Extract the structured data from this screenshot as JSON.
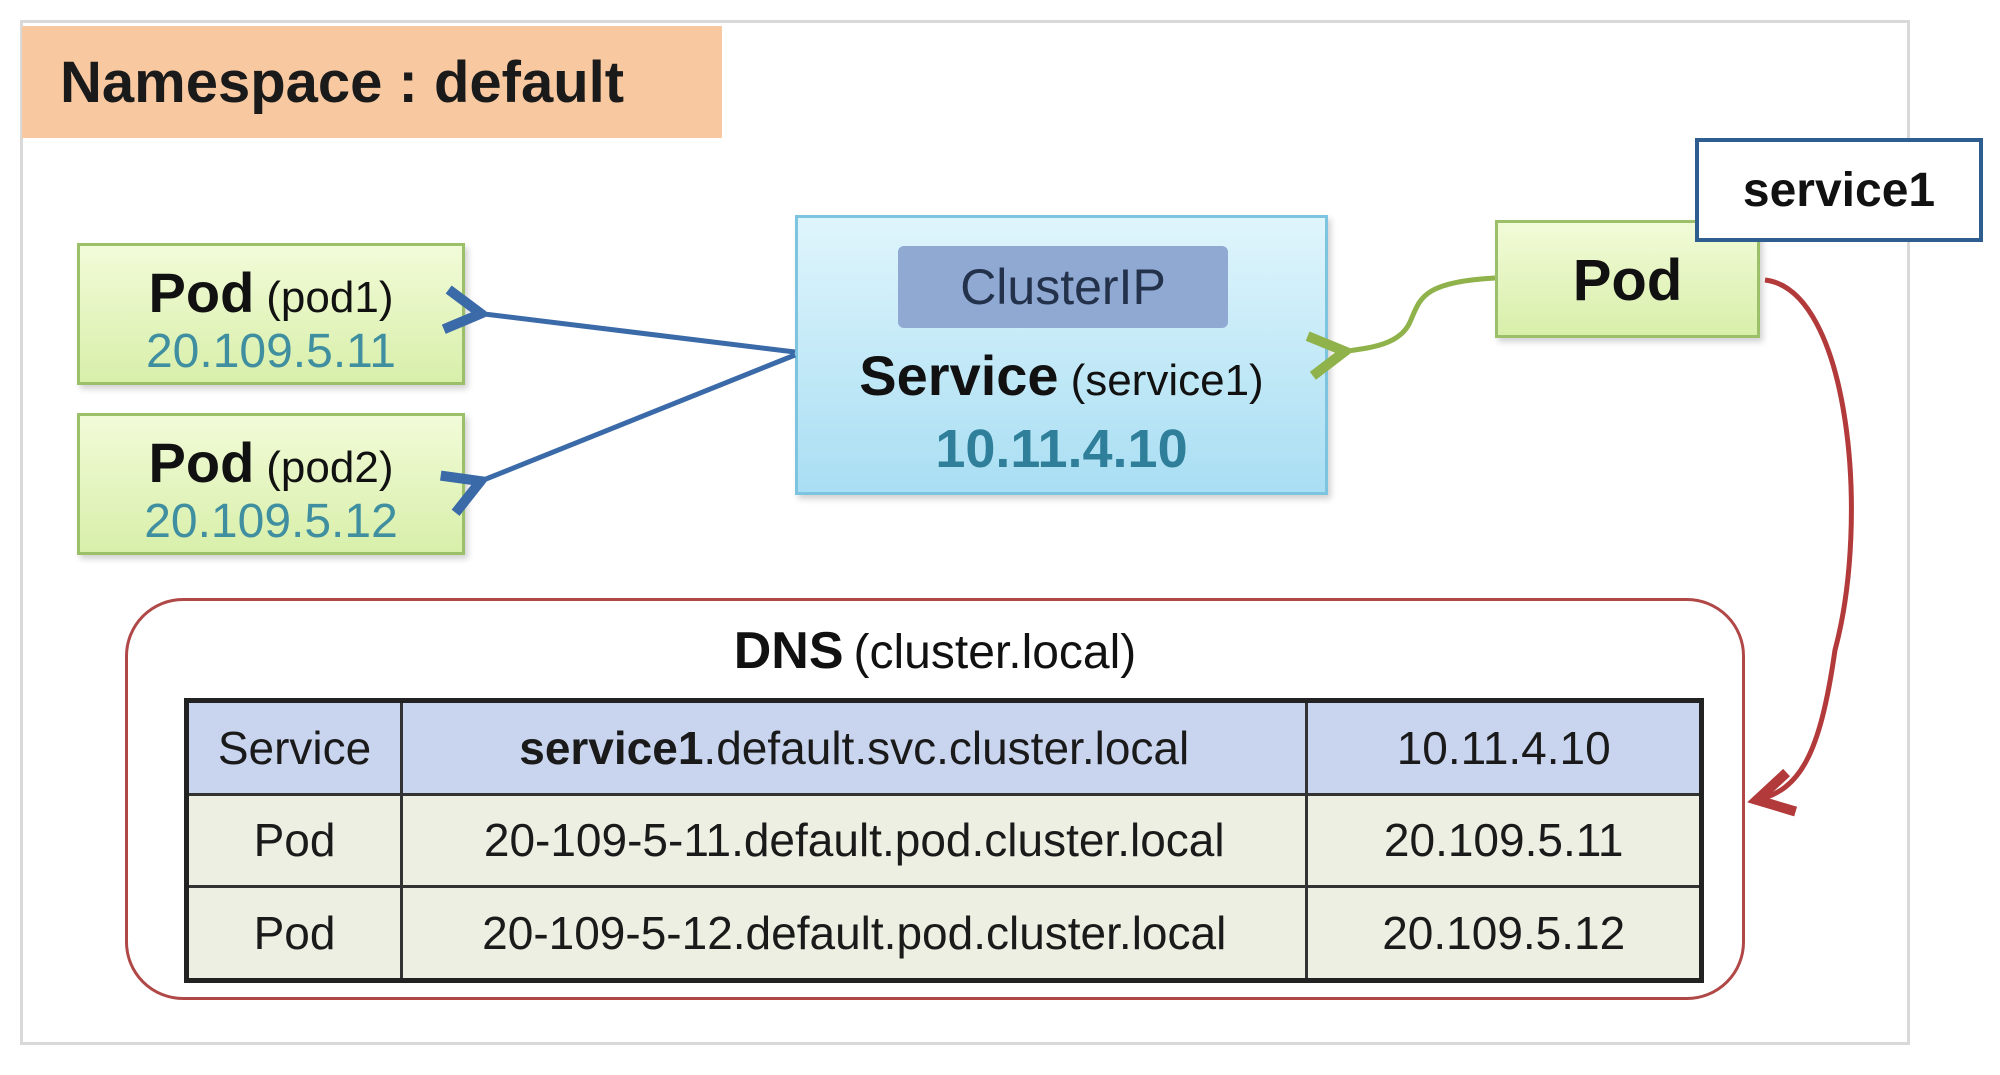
{
  "namespace": {
    "label": "Namespace : default"
  },
  "pods": [
    {
      "title": "Pod",
      "name": "(pod1)",
      "ip": "20.109.5.11"
    },
    {
      "title": "Pod",
      "name": "(pod2)",
      "ip": "20.109.5.12"
    }
  ],
  "service": {
    "type": "ClusterIP",
    "title": "Service",
    "name": "(service1)",
    "ip": "10.11.4.10"
  },
  "client_pod": {
    "label": "Pod",
    "tag": "service1"
  },
  "dns": {
    "title": "DNS",
    "domain": "(cluster.local)",
    "rows": [
      {
        "kind": "Service",
        "fqdn_bold": "service1",
        "fqdn_rest": ".default.svc.cluster.local",
        "ip": "10.11.4.10"
      },
      {
        "kind": "Pod",
        "fqdn_bold": "",
        "fqdn_rest": "20-109-5-11.default.pod.cluster.local",
        "ip": "20.109.5.11"
      },
      {
        "kind": "Pod",
        "fqdn_bold": "",
        "fqdn_rest": "20-109-5-12.default.pod.cluster.local",
        "ip": "20.109.5.12"
      }
    ]
  },
  "colors": {
    "service_to_pod_arrow": "#3b6aa8",
    "client_to_service_arrow": "#8fb24a",
    "client_to_dns_arrow": "#b33a3a"
  }
}
